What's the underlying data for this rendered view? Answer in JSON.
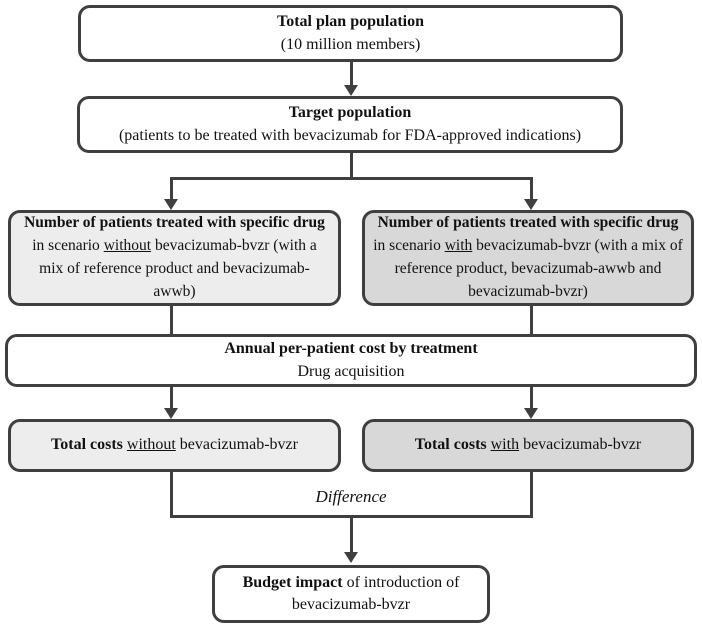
{
  "figure": {
    "type": "flowchart",
    "description": "Budget impact model flow diagram for introduction of bevacizumab-bvzr",
    "colors": {
      "border": "#3f3f3f",
      "connector": "#3f3f3f",
      "fill_white": "#ffffff",
      "fill_light_gray": "#ededed",
      "fill_dark_gray": "#d8d8d8",
      "text": "#111111"
    },
    "nodes": {
      "total_plan": {
        "title": "Total plan population",
        "subtitle": "(10 million members)"
      },
      "target": {
        "title": "Target population",
        "subtitle": "(patients to be treated with bevacizumab for FDA-approved indications)"
      },
      "scenario_without": {
        "runs": {
          "bold": "Number of patients treated with specific drug",
          "mid": " in scenario ",
          "underline": "without",
          "rest": " bevacizumab-bvzr (with a mix of reference product and bevacizumab-awwb)"
        }
      },
      "scenario_with": {
        "runs": {
          "bold": "Number of patients treated with specific drug",
          "mid": " in scenario ",
          "underline": "with",
          "rest": " bevacizumab-bvzr  (with a mix of reference product, bevacizumab-awwb and bevacizumab-bvzr)"
        }
      },
      "annual_cost": {
        "title": "Annual per-patient cost by treatment",
        "subtitle": "Drug acquisition"
      },
      "total_without": {
        "runs": {
          "bold": "Total costs",
          "mid": " ",
          "underline": "without",
          "rest": " bevacizumab-bvzr"
        }
      },
      "total_with": {
        "runs": {
          "bold": "Total costs",
          "mid": " ",
          "underline": "with",
          "rest": " bevacizumab-bvzr"
        }
      },
      "difference_label": "Difference",
      "budget_impact": {
        "runs": {
          "bold": "Budget impact",
          "rest": " of introduction of bevacizumab-bvzr"
        }
      }
    }
  }
}
